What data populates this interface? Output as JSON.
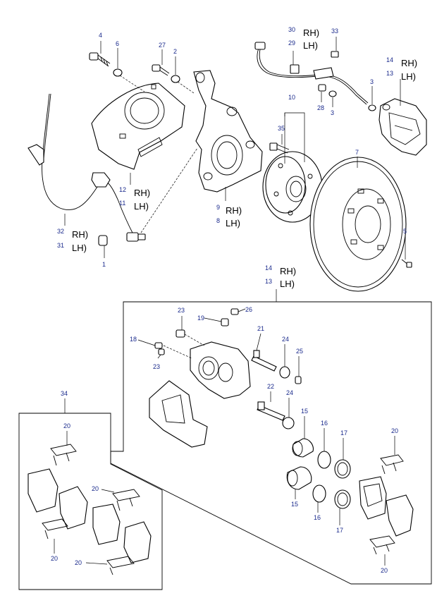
{
  "callouts": {
    "c4": "4",
    "c6": "6",
    "c27": "27",
    "c2": "2",
    "c30": "30",
    "c29": "29",
    "c33": "33",
    "c14a": "14",
    "c13a": "13",
    "c3a": "3",
    "c28": "28",
    "c3b": "3",
    "c10": "10",
    "c35": "35",
    "c12": "12",
    "c11": "11",
    "c9": "9",
    "c8": "8",
    "c32": "32",
    "c31": "31",
    "c1": "1",
    "c7": "7",
    "c5": "5",
    "c14b": "14",
    "c13b": "13",
    "c23a": "23",
    "c19": "19",
    "c26": "26",
    "c21": "21",
    "c18": "18",
    "c23b": "23",
    "c24a": "24",
    "c25": "25",
    "c22": "22",
    "c24b": "24",
    "c15a": "15",
    "c16a": "16",
    "c17a": "17",
    "c15b": "15",
    "c16b": "16",
    "c17b": "17",
    "c20a": "20",
    "c20b": "20",
    "c20c": "20",
    "c20d": "20",
    "c20e": "20",
    "c20f": "20",
    "c34": "34"
  },
  "sides": {
    "rh_30": "RH)",
    "lh_29": "LH)",
    "rh_14a": "RH)",
    "lh_13a": "LH)",
    "rh_12": "RH)",
    "lh_11": "LH)",
    "rh_9": "RH)",
    "lh_8": "LH)",
    "rh_32": "RH)",
    "lh_31": "LH)",
    "rh_14b": "RH)",
    "lh_13b": "LH)"
  }
}
